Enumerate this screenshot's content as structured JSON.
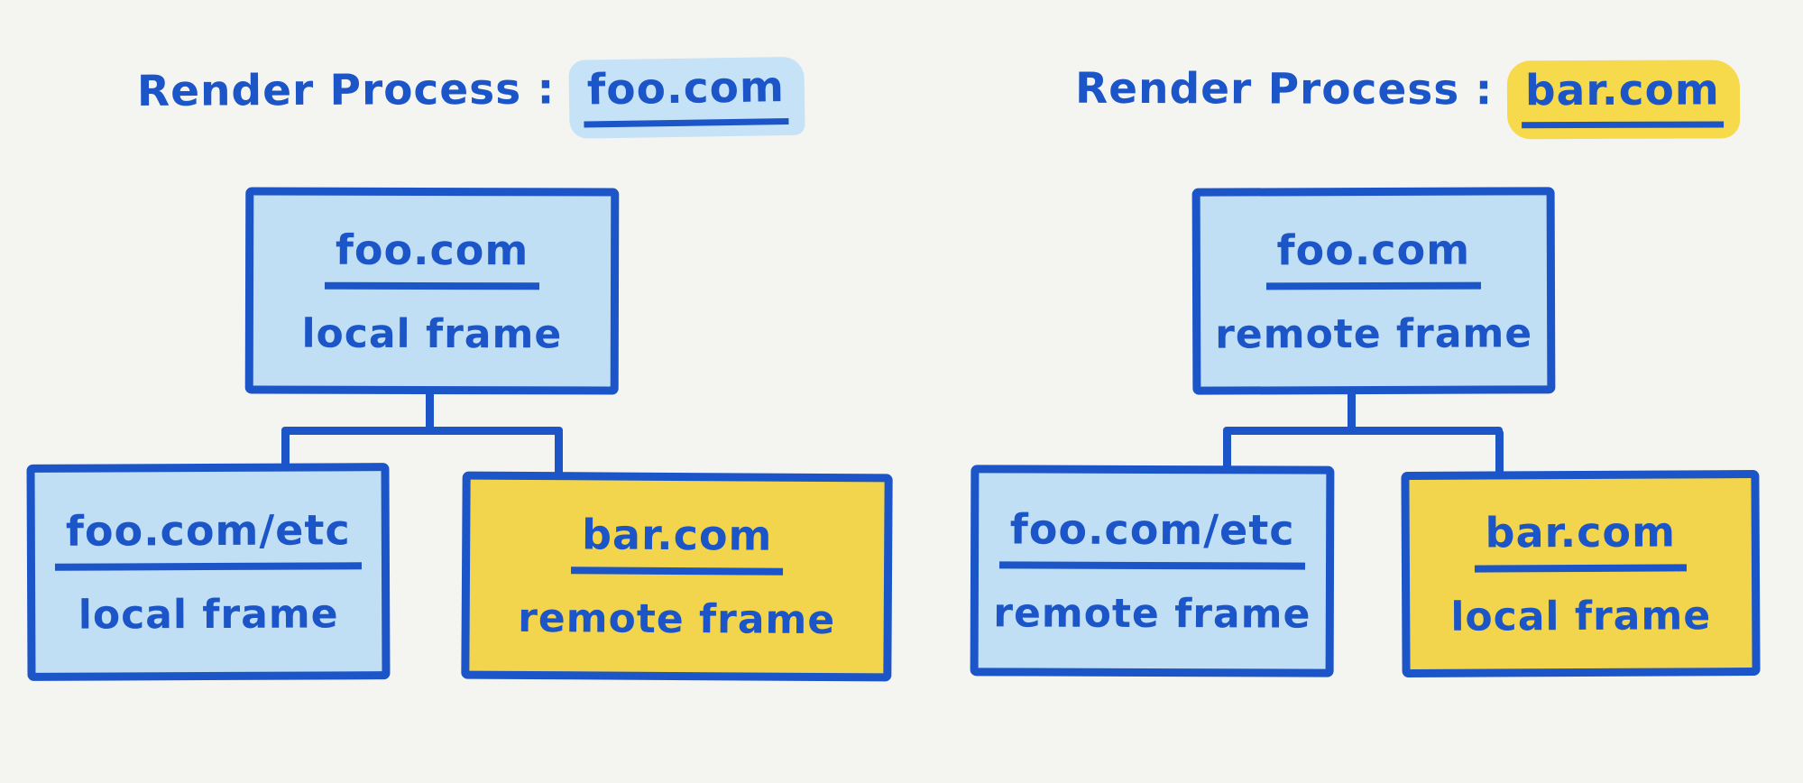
{
  "colors": {
    "ink_blue": "#1b55c8",
    "node_fill_blue": "#c0def4",
    "node_fill_yellow": "#f2d54d",
    "title_highlight_blue": "#c5e2f7",
    "title_highlight_yellow": "#f6da4b",
    "background": "#f4f4f1"
  },
  "trees": [
    {
      "title_prefix": "Render Process :",
      "title_domain": "foo.com",
      "title_highlight": "blue",
      "root": {
        "domain": "foo.com",
        "frame_type": "local frame",
        "fill": "blue"
      },
      "children": [
        {
          "domain": "foo.com/etc",
          "frame_type": "local frame",
          "fill": "blue"
        },
        {
          "domain": "bar.com",
          "frame_type": "remote frame",
          "fill": "yellow"
        }
      ]
    },
    {
      "title_prefix": "Render Process :",
      "title_domain": "bar.com",
      "title_highlight": "yellow",
      "root": {
        "domain": "foo.com",
        "frame_type": "remote frame",
        "fill": "blue"
      },
      "children": [
        {
          "domain": "foo.com/etc",
          "frame_type": "remote frame",
          "fill": "blue"
        },
        {
          "domain": "bar.com",
          "frame_type": "local frame",
          "fill": "yellow"
        }
      ]
    }
  ]
}
